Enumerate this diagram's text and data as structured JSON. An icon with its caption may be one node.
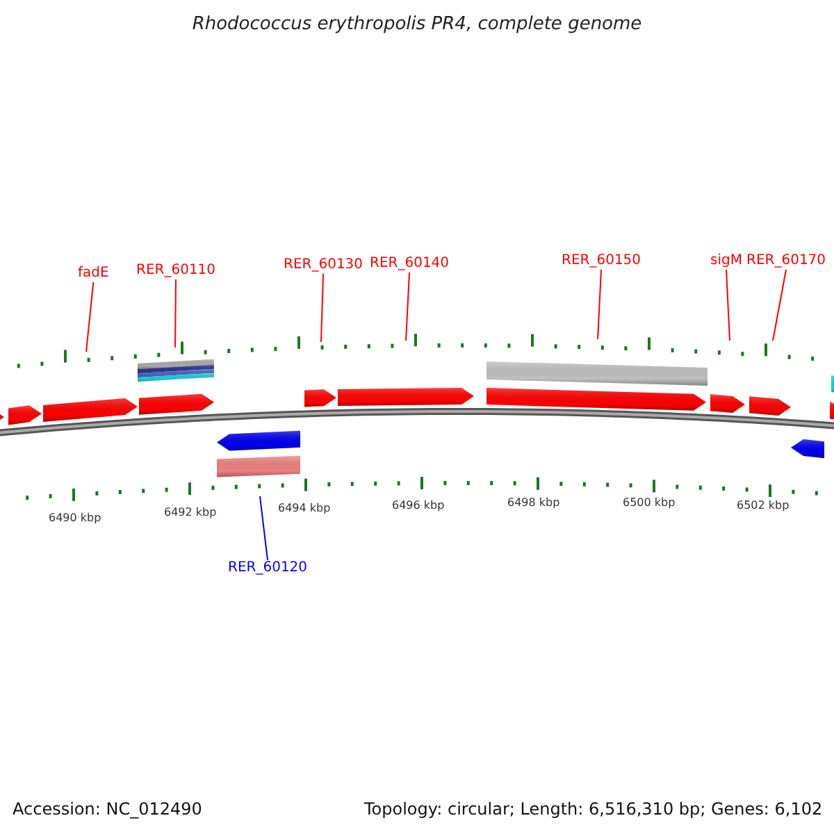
{
  "diagram": {
    "title": "Rhodococcus erythropolis PR4, complete genome",
    "nodes": [
      {
        "text": [
          "fadE"
        ]
      },
      {
        "text": [
          "RER_60110"
        ]
      },
      {
        "text": [
          "RER_60130"
        ]
      },
      {
        "text": [
          "RER_60140"
        ]
      },
      {
        "text": [
          "RER_60150"
        ]
      },
      {
        "text": [
          "sigM"
        ]
      },
      {
        "text": [
          "RER_60170"
        ]
      },
      {
        "text": [
          "RER_60120"
        ]
      }
    ],
    "edges": [
      {
        "from": 0,
        "to": null,
        "arrow": "none"
      },
      {
        "from": 1,
        "to": null,
        "arrow": "none"
      },
      {
        "from": 2,
        "to": null,
        "arrow": "none"
      },
      {
        "from": 3,
        "to": null,
        "arrow": "none"
      },
      {
        "from": 4,
        "to": null,
        "arrow": "none"
      },
      {
        "from": 5,
        "to": null,
        "arrow": "none"
      },
      {
        "from": 6,
        "to": null,
        "arrow": "none"
      },
      {
        "from": 7,
        "to": null,
        "arrow": "none",
        "color": "#0000ff"
      }
    ],
    "labels": [
      "6490 kbp",
      "6492 kbp",
      "6494 kbp",
      "6496 kbp",
      "6498 kbp",
      "6500 kbp",
      "6502 kbp",
      "Accession: NC_012490",
      "Topology: circular; Length: 6,516,310 bp; Genes: 6,102"
    ]
  }
}
